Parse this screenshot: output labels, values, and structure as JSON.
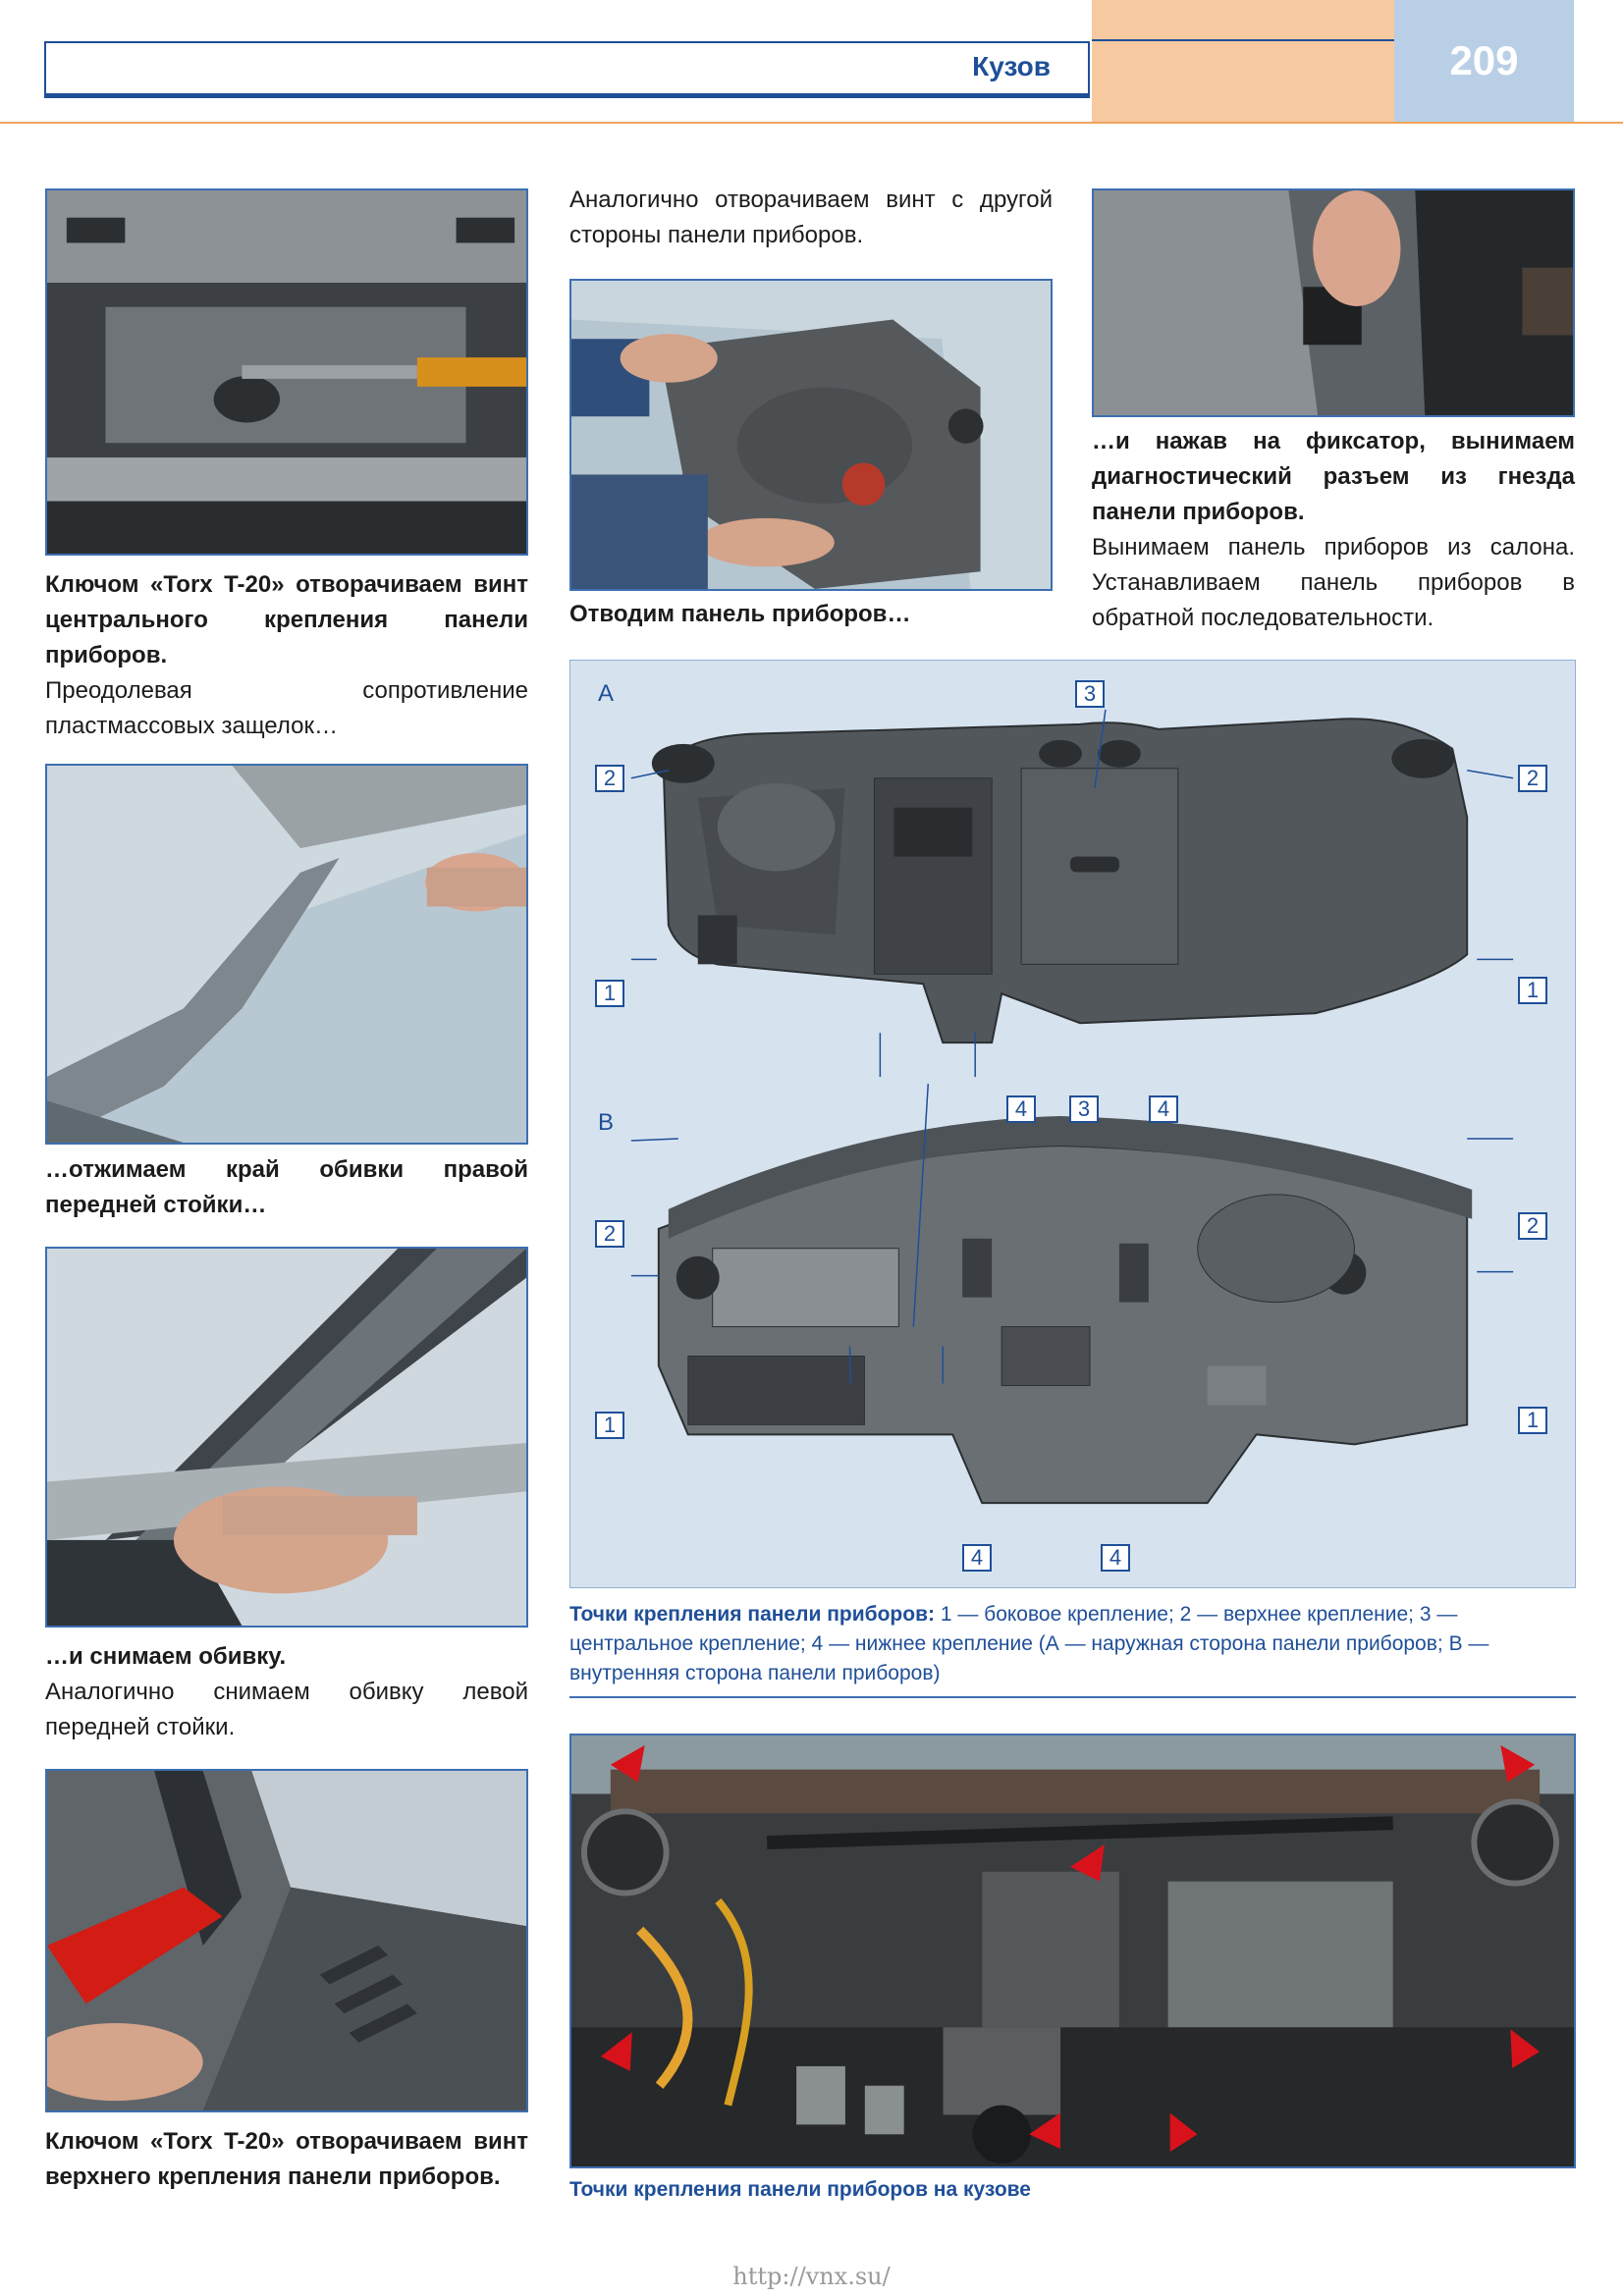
{
  "header": {
    "section_title": "Кузов",
    "page_number": "209"
  },
  "captions": {
    "c1_bold": "Ключом «Torx T-20» отворачиваем винт центрального крепления панели приборов.",
    "c1_normal": "Преодолевая сопротивление пластмассовых защелок…",
    "c2": "…отжимаем край обивки правой передней стойки…",
    "c3_bold": "…и снимаем обивку.",
    "c3_normal": "Аналогично снимаем обивку левой передней стойки.",
    "c4_bold": "Ключом «Torx T-20» отворачиваем винт верхнего крепления панели приборов.",
    "m1": "Аналогично отворачиваем винт с другой стороны панели приборов.",
    "m2_bold": "Отводим панель приборов…",
    "r1_bold": "…и нажав на фиксатор, вынимаем диагностический разъем из гнезда панели приборов.",
    "r1_normal": "Вынимаем панель приборов из салона. Устанавливаем панель приборов в обратной последовательности."
  },
  "diagram": {
    "view_a": "A",
    "view_b": "B",
    "labels": {
      "l1": "1",
      "l2": "2",
      "l3": "3",
      "l4": "4"
    },
    "caption_bold": "Точки крепления панели приборов:",
    "caption_text": " 1 — боковое крепление; 2 — верхнее крепление; 3 — центральное крепление; 4 — нижнее крепление (А — наружная сторона панели приборов; В — внутренняя сторона панели приборов)"
  },
  "bottom_photo": {
    "caption": "Точки крепления панели приборов на кузове"
  },
  "footer": {
    "url": "http://vnx.su/"
  },
  "colors": {
    "accent_blue": "#1f4f98",
    "header_orange": "#f7c9a0",
    "header_blue": "#b9cfe6",
    "diagram_bg": "#d6e3ef",
    "panel_gray": "#4e5459",
    "marker_red": "#d8121b"
  }
}
